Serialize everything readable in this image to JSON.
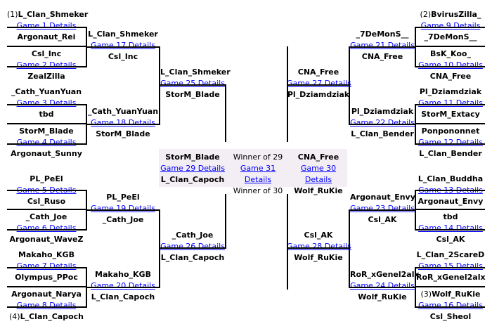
{
  "colors": {
    "link": "#0000ff",
    "line": "#000000",
    "final_bg": "#f3eef3"
  },
  "r1": {
    "g1": {
      "top": "L_Clan_Shmeker",
      "seed_top": "(1)",
      "link": "Game 1 Details",
      "bottom": "Argonaut_Rei"
    },
    "g2": {
      "top": "Csl_Inc",
      "link": "Game 2 Details",
      "bottom": "ZealZilla"
    },
    "g3": {
      "top": "_Cath_YuanYuan",
      "link": "Game 3 Details",
      "bottom": "tbd"
    },
    "g4": {
      "top": "StorM_Blade",
      "link": "Game 4 Details",
      "bottom": "Argonaut_Sunny"
    },
    "g5": {
      "top": "PL_PeEl",
      "link": "Game 5 Details",
      "bottom": "Csl_Ruso"
    },
    "g6": {
      "top": "_Cath_Joe",
      "link": "Game 6 Details",
      "bottom": "Argonaut_WaveZ"
    },
    "g7": {
      "top": "Makaho_KGB",
      "link": "Game 7 Details",
      "bottom": "Olympus_PPoc"
    },
    "g8": {
      "top": "Argonaut_Narya",
      "link": "Game 8 Details",
      "bottom": "L_Clan_Capoch",
      "seed_bottom": "(4)"
    },
    "g9": {
      "top": "BvirusZilla_",
      "seed_top": "(2)",
      "link": "Game 9 Details",
      "bottom": "_7DeMonS__"
    },
    "g10": {
      "top": "BsK_Koo_",
      "link": "Game 10 Details",
      "bottom": "CNA_Free"
    },
    "g11": {
      "top": "Pl_Dziamdziak",
      "link": "Game 11 Details",
      "bottom": "StorM_Extacy"
    },
    "g12": {
      "top": "Ponpononnet",
      "link": "Game 12 Details",
      "bottom": "L_Clan_Bender"
    },
    "g13": {
      "top": "L_Clan_Buddha",
      "link": "Game 13 Details",
      "bottom": "Argonaut_Envy"
    },
    "g14": {
      "top": "tbd",
      "link": "Game 14 Details",
      "bottom": "Csl_AK"
    },
    "g15": {
      "top": "L_Clan_2ScareD",
      "link": "Game 15 Details",
      "bottom": "RoR_xGenel2alx"
    },
    "g16": {
      "top": "Wolf_RuKie",
      "seed_top": "(3)",
      "link": "Game 16 Details",
      "bottom": "Csl_Sheol"
    }
  },
  "r2": {
    "g17": {
      "top": "L_Clan_Shmeker",
      "link": "Game 17 Details",
      "bottom": "Csl_Inc"
    },
    "g18": {
      "top": "_Cath_YuanYuan",
      "link": "Game 18 Details",
      "bottom": "StorM_Blade"
    },
    "g19": {
      "top": "PL_PeEl",
      "link": "Game 19 Details",
      "bottom": "_Cath_Joe"
    },
    "g20": {
      "top": "Makaho_KGB",
      "link": "Game 20 Details",
      "bottom": "L_Clan_Capoch"
    },
    "g21": {
      "top": "_7DeMonS__",
      "link": "Game 21 Details",
      "bottom": "CNA_Free"
    },
    "g22": {
      "top": "Pl_Dziamdziak",
      "link": "Game 22 Details",
      "bottom": "L_Clan_Bender"
    },
    "g23": {
      "top": "Argonaut_Envy",
      "link": "Game 23 Details",
      "bottom": "Csl_AK"
    },
    "g24": {
      "top": "RoR_xGenel2alx",
      "link": "Game 24 Details",
      "bottom": "Wolf_RuKie"
    }
  },
  "r3": {
    "g25": {
      "top": "L_Clan_Shmeker",
      "link": "Game 25 Details",
      "bottom": "StorM_Blade"
    },
    "g26": {
      "top": "_Cath_Joe",
      "link": "Game 26 Details",
      "bottom": "L_Clan_Capoch"
    },
    "g27": {
      "top": "CNA_Free",
      "link": "Game 27 Details",
      "bottom": "Pl_Dziamdziak"
    },
    "g28": {
      "top": "Csl_AK",
      "link": "Game 28 Details",
      "bottom": "Wolf_RuKie"
    }
  },
  "semis": {
    "g29": {
      "top": "StorM_Blade",
      "link": "Game 29 Details",
      "bottom": "L_Clan_Capoch"
    },
    "g30": {
      "top": "CNA_Free",
      "link": "Game 30 Details",
      "bottom": "Wolf_RuKie"
    }
  },
  "final": {
    "top": "Winner of 29",
    "link": "Game 31 Details",
    "bottom": "Winner of 30"
  }
}
